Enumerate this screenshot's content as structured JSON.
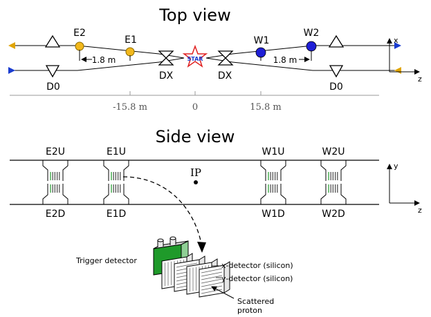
{
  "top_view": {
    "title": "Top view",
    "labels": {
      "e2": "E2",
      "e1": "E1",
      "w1": "W1",
      "w2": "W2",
      "dx_left": "DX",
      "dx_right": "DX",
      "d0_left": "D0",
      "d0_right": "D0",
      "star": "STAR",
      "dist_left": "1.8 m",
      "dist_right": "1.8 m"
    },
    "axis_ticks": [
      "-15.8 m",
      "0",
      "15.8 m"
    ],
    "coord": {
      "x": "x",
      "z": "z"
    }
  },
  "side_view": {
    "title": "Side view",
    "labels": {
      "e2u": "E2U",
      "e1u": "E1U",
      "w1u": "W1U",
      "w2u": "W2U",
      "e2d": "E2D",
      "e1d": "E1D",
      "w1d": "W1D",
      "w2d": "W2D",
      "ip": "IP"
    },
    "coord": {
      "y": "y",
      "z": "z"
    }
  },
  "detector": {
    "trigger": "Trigger detector",
    "x_det": "x-detector (silicon)",
    "y_det": "y-detector (silicon)",
    "scattered_line1": "Scattered",
    "scattered_line2": "proton"
  },
  "colors": {
    "east_roman_pot": "#f2b81c",
    "west_roman_pot": "#1f1fd6",
    "beam_blue": "#1a3cd0",
    "beam_yellow": "#e0a400",
    "star_red": "#e02020",
    "trigger_green": "#1f9a2a"
  }
}
